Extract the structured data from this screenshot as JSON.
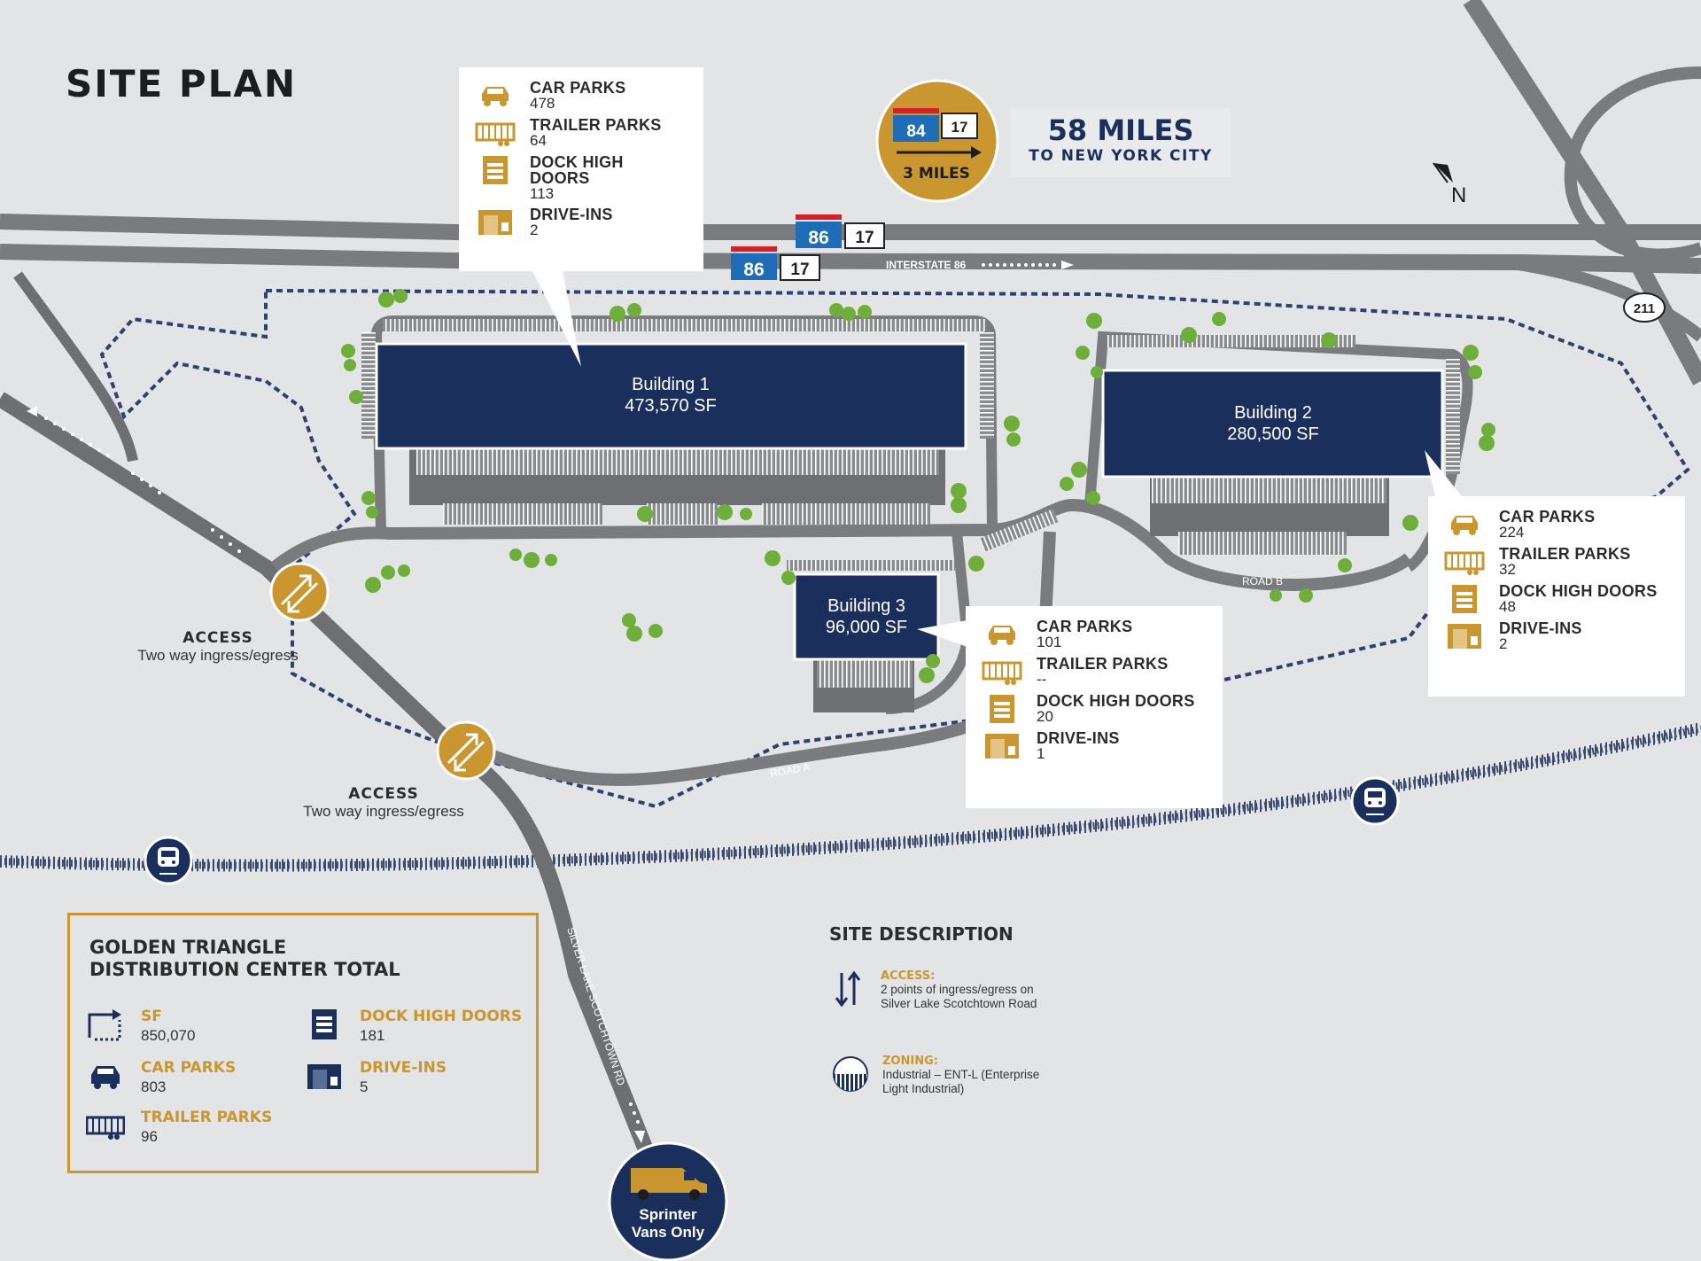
{
  "title": "SITE PLAN",
  "highway_badge": {
    "interstate": "84",
    "route": "17",
    "distance": "3 MILES"
  },
  "distance_callout": {
    "value": "58 MILES",
    "caption": "TO NEW YORK CITY"
  },
  "north_label": "N",
  "road_labels": {
    "interstate": "INTERSTATE 86",
    "route_211": "211",
    "road_a": "ROAD A",
    "road_b": "ROAD B",
    "silver_lake": "SILVER LAKE SCOTCHTOWN RD"
  },
  "shields": {
    "upper_interstate": "86",
    "upper_route": "17",
    "lower_interstate": "86",
    "lower_route": "17"
  },
  "buildings": [
    {
      "name": "Building 1",
      "sf": "473,570 SF"
    },
    {
      "name": "Building 2",
      "sf": "280,500 SF"
    },
    {
      "name": "Building 3",
      "sf": "96,000 SF"
    }
  ],
  "building_stats": [
    {
      "car_parks_label": "CAR PARKS",
      "car_parks": "478",
      "trailer_parks_label": "TRAILER PARKS",
      "trailer_parks": "64",
      "dock_label": "DOCK HIGH DOORS",
      "dock": "113",
      "drive_label": "DRIVE-INS",
      "drive": "2"
    },
    {
      "car_parks_label": "CAR PARKS",
      "car_parks": "224",
      "trailer_parks_label": "TRAILER PARKS",
      "trailer_parks": "32",
      "dock_label": "DOCK HIGH DOORS",
      "dock": "48",
      "drive_label": "DRIVE-INS",
      "drive": "2"
    },
    {
      "car_parks_label": "CAR PARKS",
      "car_parks": "101",
      "trailer_parks_label": "TRAILER PARKS",
      "trailer_parks": "--",
      "dock_label": "DOCK HIGH DOORS",
      "dock": "20",
      "drive_label": "DRIVE-INS",
      "drive": "1"
    }
  ],
  "access_points": [
    {
      "title": "ACCESS",
      "desc": "Two way ingress/egress"
    },
    {
      "title": "ACCESS",
      "desc": "Two way ingress/egress"
    }
  ],
  "totals": {
    "title_line1": "GOLDEN TRIANGLE",
    "title_line2": "DISTRIBUTION CENTER TOTAL",
    "sf_label": "SF",
    "sf": "850,070",
    "car_label": "CAR PARKS",
    "car": "803",
    "trailer_label": "TRAILER PARKS",
    "trailer": "96",
    "dock_label": "DOCK HIGH DOORS",
    "dock": "181",
    "drive_label": "DRIVE-INS",
    "drive": "5"
  },
  "site_description": {
    "title": "SITE DESCRIPTION",
    "access_label": "ACCESS:",
    "access_text": "2 points of ingress/egress on Silver Lake Scotchtown Road",
    "zoning_label": "ZONING:",
    "zoning_text": "Industrial – ENT-L (Enterprise Light Industrial)"
  },
  "sprinter": {
    "line1": "Sprinter",
    "line2": "Vans Only"
  },
  "colors": {
    "background": "#e3e4e6",
    "road": "#7a7b7e",
    "building": "#1b2f5c",
    "accent_gold": "#c9962f",
    "tree": "#6fae3a",
    "boundary": "#2c4272"
  },
  "icons": [
    "car-icon",
    "trailer-icon",
    "dock-door-icon",
    "drive-in-icon",
    "train-icon",
    "access-arrows-icon",
    "north-arrow-icon",
    "sf-icon",
    "zoning-icon",
    "van-icon"
  ]
}
